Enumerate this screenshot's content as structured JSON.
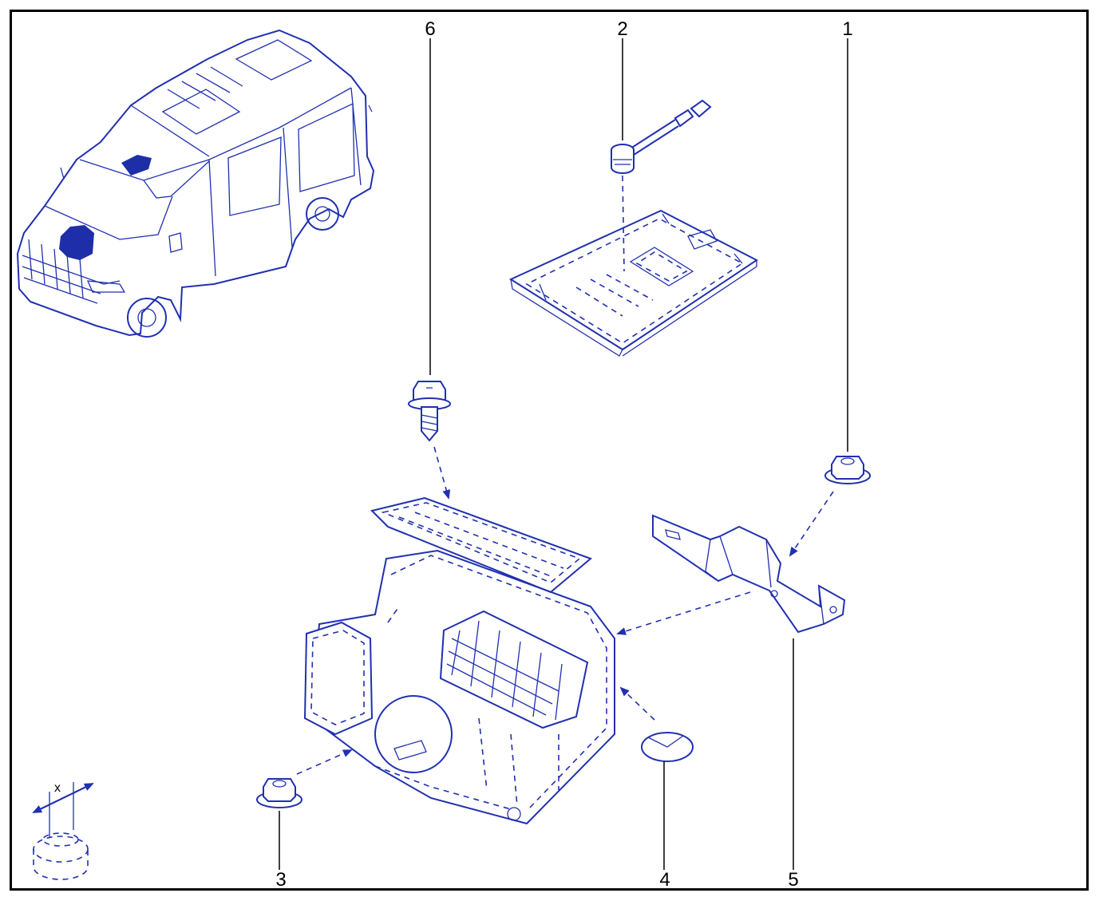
{
  "callouts": {
    "c1": "1",
    "c2": "2",
    "c3": "3",
    "c4": "4",
    "c5": "5",
    "c6": "6"
  },
  "detail": {
    "dimension_label": "x"
  },
  "colors": {
    "line": "#2030b0",
    "border": "#000000",
    "background": "#ffffff"
  }
}
